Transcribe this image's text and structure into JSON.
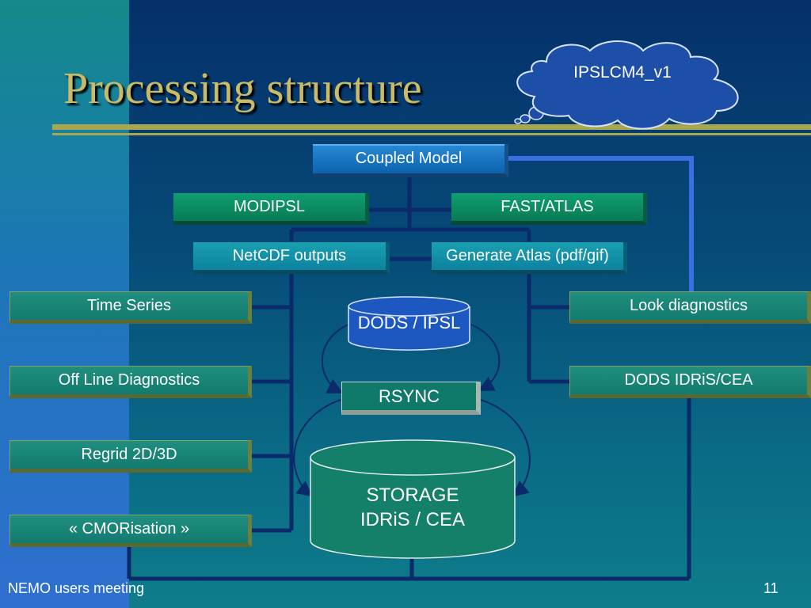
{
  "slide": {
    "title": "Processing structure",
    "footer_left": "NEMO users meeting",
    "page_number": "11"
  },
  "callout": {
    "label": "IPSLCM4_v1"
  },
  "boxes": {
    "coupled_model": "Coupled Model",
    "modipsl": "MODIPSL",
    "fast_atlas": "FAST/ATLAS",
    "netcdf_outputs": "NetCDF outputs",
    "generate_atlas": "Generate Atlas (pdf/gif)",
    "time_series": "Time Series",
    "offline_diagnostics": "Off Line Diagnostics",
    "regrid": "Regrid 2D/3D",
    "cmorisation": "« CMORisation »",
    "look_diagnostics": "Look diagnostics",
    "dods_idris_cea": "DODS IDRiS/CEA",
    "dods_ipsl": "DODS / IPSL",
    "rsync": "RSYNC",
    "storage_line1": "STORAGE",
    "storage_line2": "IDRiS / CEA"
  },
  "colors": {
    "title": "#ccbb66",
    "rule": "#a9a650",
    "connector": "#0a2a6a",
    "highlight_connector": "#3a6fe0"
  }
}
